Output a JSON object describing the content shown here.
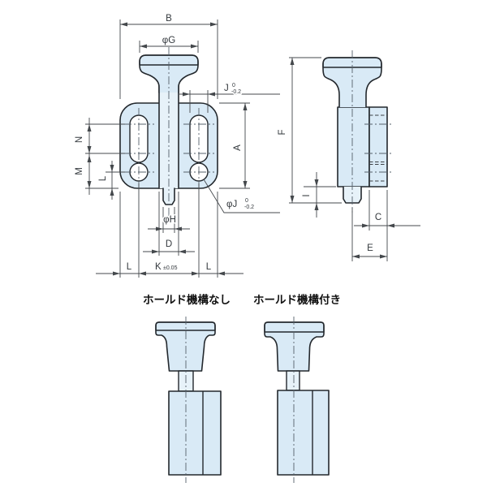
{
  "front_view": {
    "dim_b": "B",
    "dim_phi_g": "φG",
    "dim_j_letter": "J",
    "dim_j_upper": "0",
    "dim_j_lower": "-0.2",
    "dim_a": "A",
    "dim_n": "N",
    "dim_m": "M",
    "dim_l_vertical": "L",
    "dim_phi_h": "φH",
    "dim_d": "D",
    "dim_l_left": "L",
    "dim_k_letter": "K",
    "dim_k_tolerance": "±0.05",
    "dim_l_right": "L",
    "dim_phi_j_letter": "φJ",
    "dim_phi_j_upper": "0",
    "dim_phi_j_lower": "-0.2"
  },
  "side_view": {
    "dim_f": "F",
    "dim_i": "I",
    "dim_c": "C",
    "dim_e": "E"
  },
  "variants": {
    "without_hold": "ホールド機構なし",
    "with_hold": "ホールド機構付き"
  },
  "colors": {
    "part_fill": "#d9eaf6",
    "stem_fill": "#e7f2f9",
    "knurl_fill": "#f3f9fd",
    "outline": "#23282d",
    "dimension_line": "#44484c",
    "centerline": "#55606b",
    "text": "#33383d",
    "background": "#ffffff"
  }
}
